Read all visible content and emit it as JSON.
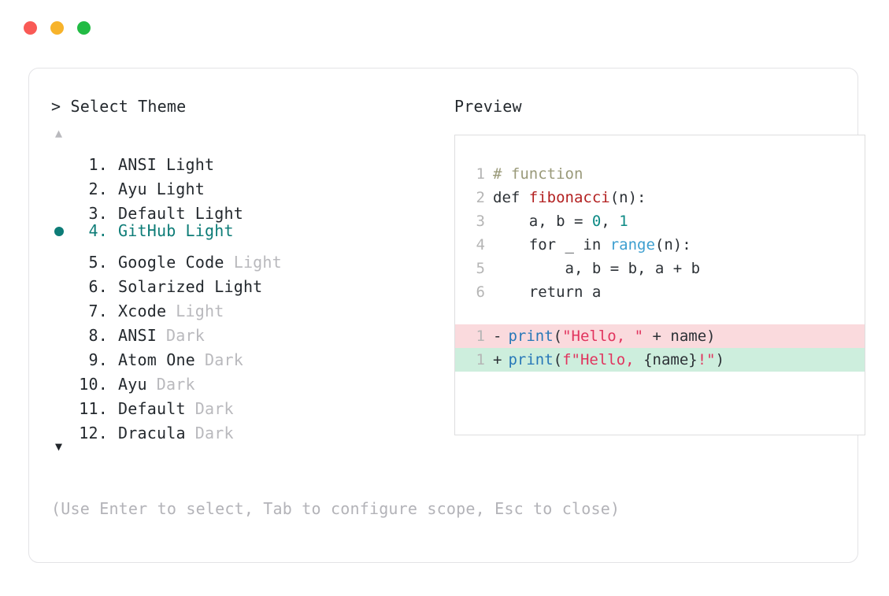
{
  "window": {
    "controls": [
      {
        "name": "close-dot",
        "color": "#f95a56"
      },
      {
        "name": "minimize-dot",
        "color": "#f7b32b"
      },
      {
        "name": "maximize-dot",
        "color": "#22bb44"
      }
    ]
  },
  "picker": {
    "caret": ">",
    "prompt": "Select Theme",
    "scroll_up": "▲",
    "scroll_down": "▼",
    "selected_index": 4,
    "items": [
      {
        "index": "1.",
        "name": "ANSI",
        "variant": "Light",
        "variant_dim": false,
        "selected": false
      },
      {
        "index": "2.",
        "name": "Ayu",
        "variant": "Light",
        "variant_dim": false,
        "selected": false
      },
      {
        "index": "3.",
        "name": "Default",
        "variant": "Light",
        "variant_dim": false,
        "selected": false
      },
      {
        "index": "4.",
        "name": "GitHub",
        "variant": "Light",
        "variant_dim": false,
        "selected": true
      },
      {
        "index": "5.",
        "name": "Google Code",
        "variant": "Light",
        "variant_dim": true,
        "selected": false
      },
      {
        "index": "6.",
        "name": "Solarized",
        "variant": "Light",
        "variant_dim": false,
        "selected": false
      },
      {
        "index": "7.",
        "name": "Xcode",
        "variant": "Light",
        "variant_dim": true,
        "selected": false
      },
      {
        "index": "8.",
        "name": "ANSI",
        "variant": "Dark",
        "variant_dim": true,
        "selected": false
      },
      {
        "index": "9.",
        "name": "Atom One",
        "variant": "Dark",
        "variant_dim": true,
        "selected": false
      },
      {
        "index": "10.",
        "name": "Ayu",
        "variant": "Dark",
        "variant_dim": true,
        "selected": false
      },
      {
        "index": "11.",
        "name": "Default",
        "variant": "Dark",
        "variant_dim": true,
        "selected": false
      },
      {
        "index": "12.",
        "name": "Dracula",
        "variant": "Dark",
        "variant_dim": true,
        "selected": false
      }
    ]
  },
  "preview": {
    "title": "Preview",
    "code_lines": [
      {
        "ln": "1",
        "tokens": [
          {
            "t": "# function",
            "c": "comment"
          }
        ]
      },
      {
        "ln": "2",
        "tokens": [
          {
            "t": "def ",
            "c": "keyword"
          },
          {
            "t": "fibonacci",
            "c": "funcdef"
          },
          {
            "t": "(n):",
            "c": "punct"
          }
        ]
      },
      {
        "ln": "3",
        "tokens": [
          {
            "t": "    a, b = ",
            "c": "plain"
          },
          {
            "t": "0",
            "c": "number"
          },
          {
            "t": ", ",
            "c": "plain"
          },
          {
            "t": "1",
            "c": "number"
          }
        ]
      },
      {
        "ln": "4",
        "tokens": [
          {
            "t": "    for _ in ",
            "c": "keyword"
          },
          {
            "t": "range",
            "c": "builtin"
          },
          {
            "t": "(n):",
            "c": "punct"
          }
        ]
      },
      {
        "ln": "5",
        "tokens": [
          {
            "t": "        a, b = b, a + b",
            "c": "plain"
          }
        ]
      },
      {
        "ln": "6",
        "tokens": [
          {
            "t": "    return a",
            "c": "keyword"
          }
        ]
      }
    ],
    "diff_lines": [
      {
        "ln": "1",
        "sign": "-",
        "kind": "removed",
        "tokens": [
          {
            "t": "print",
            "c": "call"
          },
          {
            "t": "(",
            "c": "punct"
          },
          {
            "t": "\"Hello, \"",
            "c": "string"
          },
          {
            "t": " + name)",
            "c": "plain"
          }
        ]
      },
      {
        "ln": "1",
        "sign": "+",
        "kind": "added",
        "tokens": [
          {
            "t": "print",
            "c": "call"
          },
          {
            "t": "(",
            "c": "punct"
          },
          {
            "t": "f\"Hello, ",
            "c": "string"
          },
          {
            "t": "{name}",
            "c": "plain"
          },
          {
            "t": "!\"",
            "c": "string"
          },
          {
            "t": ")",
            "c": "punct"
          }
        ]
      }
    ]
  },
  "footer": {
    "hint": "(Use Enter to select, Tab to configure scope, Esc to close)"
  }
}
